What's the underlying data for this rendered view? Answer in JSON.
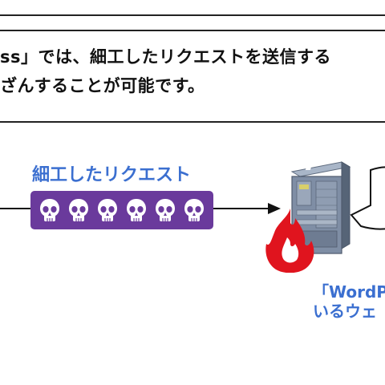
{
  "caption": {
    "line1": "ss」では、細工したリクエストを送信する",
    "line2": "ざんすることが可能です。"
  },
  "request": {
    "label": "細工したリクエスト",
    "skull_count": 6,
    "bar_color": "#6a3a9c",
    "label_color": "#3b6fd0"
  },
  "target": {
    "line1": "「WordPr",
    "line2": "いるウェ",
    "label_color": "#3b6fd0"
  },
  "icons": [
    "skull-icon",
    "arrow-icon",
    "server-icon",
    "fire-icon",
    "speech-bubble-icon"
  ],
  "colors": {
    "fire": "#e0141e",
    "server": "#6f7f96",
    "text": "#111111"
  }
}
